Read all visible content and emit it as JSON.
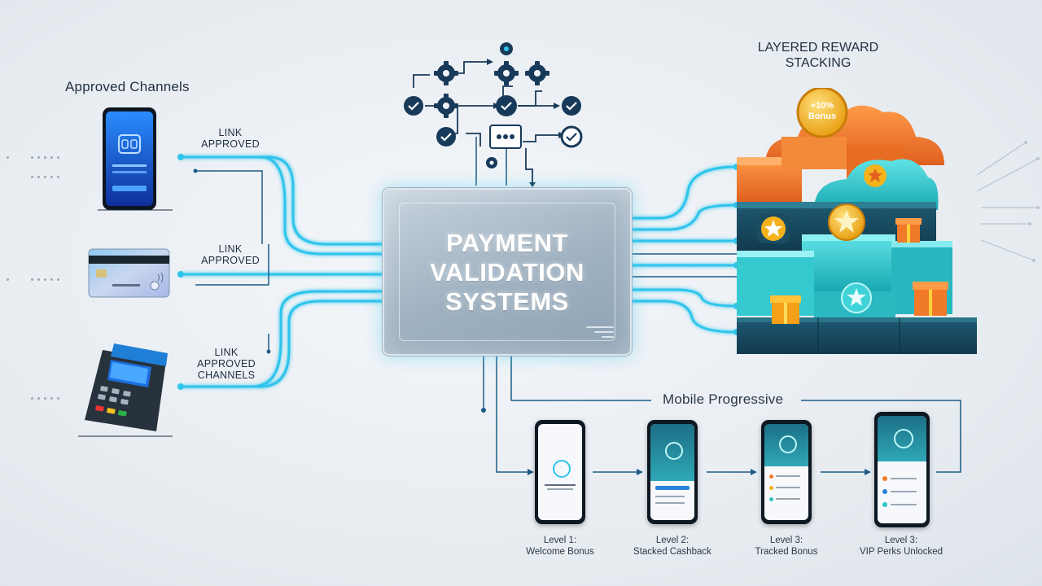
{
  "approved_channels_title": "Approved Channels",
  "links": [
    {
      "text": "LINK\nAPPROVED"
    },
    {
      "text": "LINK\nAPPROVED"
    },
    {
      "text": "LINK\nAPPROVED\nCHANNELS"
    }
  ],
  "hub_title": "PAYMENT\nVALIDATION\nSYSTEMS",
  "reward_title": "LAYERED REWARD\nSTACKING",
  "bonus_coin": "+10%\nBonus",
  "mobile_title": "Mobile Progressive",
  "levels": [
    {
      "level": "Level 1:",
      "name": "Welcome Bonus"
    },
    {
      "level": "Level 2:",
      "name": "Stacked Cashback"
    },
    {
      "level": "Level 3:",
      "name": "Tracked Bonus"
    },
    {
      "level": "Level 3:",
      "name": "VIP Perks Unlocked"
    }
  ],
  "colors": {
    "wire": "#2fc4ec",
    "wire_dark": "#1d5a86",
    "navy": "#183a5a",
    "orange": "#f07a2a",
    "teal": "#2ec3c9",
    "gold": "#f4b21c"
  }
}
